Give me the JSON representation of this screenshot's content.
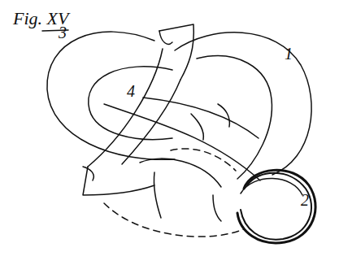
{
  "diagram": {
    "title": "Fig. XV",
    "labels": [
      "3",
      "1",
      "4",
      "2"
    ]
  }
}
